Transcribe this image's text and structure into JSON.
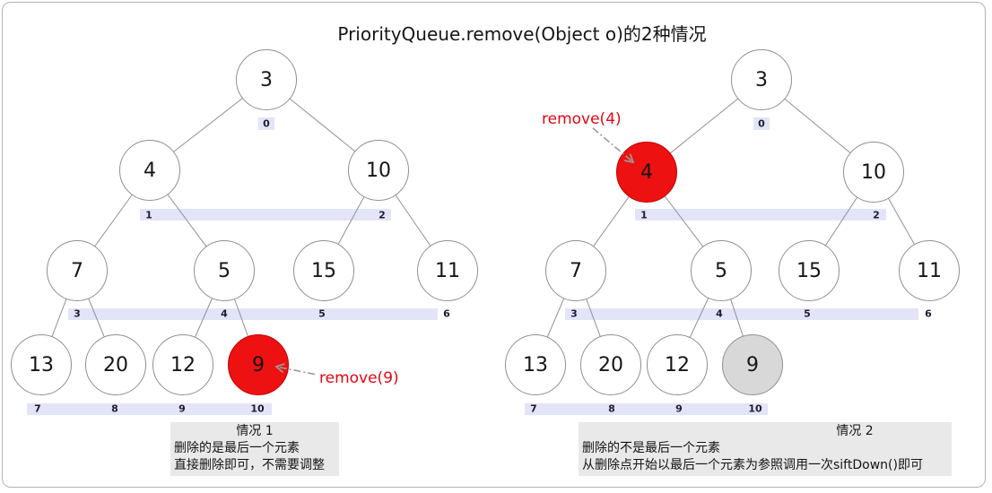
{
  "title": "PriorityQueue.remove(Object o)的2种情况",
  "colors": {
    "removed_node_fill": "#ee1111",
    "last_element_node_fill": "#d8d8d8",
    "index_bar": "#e4e4f8",
    "caption_background": "#e9e9e9",
    "remove_label_text": "#e30613"
  },
  "left": {
    "nodes": [
      "3",
      "4",
      "10",
      "7",
      "5",
      "15",
      "11",
      "13",
      "20",
      "12",
      "9"
    ],
    "indices": [
      "0",
      "1",
      "2",
      "3",
      "4",
      "5",
      "6",
      "7",
      "8",
      "9",
      "10"
    ],
    "remove_label": "remove(9)",
    "caption": {
      "title": "情况 1",
      "line1": "删除的是最后一个元素",
      "line2": "直接删除即可，不需要调整"
    }
  },
  "right": {
    "nodes": [
      "3",
      "4",
      "10",
      "7",
      "5",
      "15",
      "11",
      "13",
      "20",
      "12",
      "9"
    ],
    "indices": [
      "0",
      "1",
      "2",
      "3",
      "4",
      "5",
      "6",
      "7",
      "8",
      "9",
      "10"
    ],
    "remove_label": "remove(4)",
    "caption": {
      "title": "情况 2",
      "line1": "删除的不是最后一个元素",
      "line2": "从删除点开始以最后一个元素为参照调用一次siftDown()即可"
    }
  }
}
